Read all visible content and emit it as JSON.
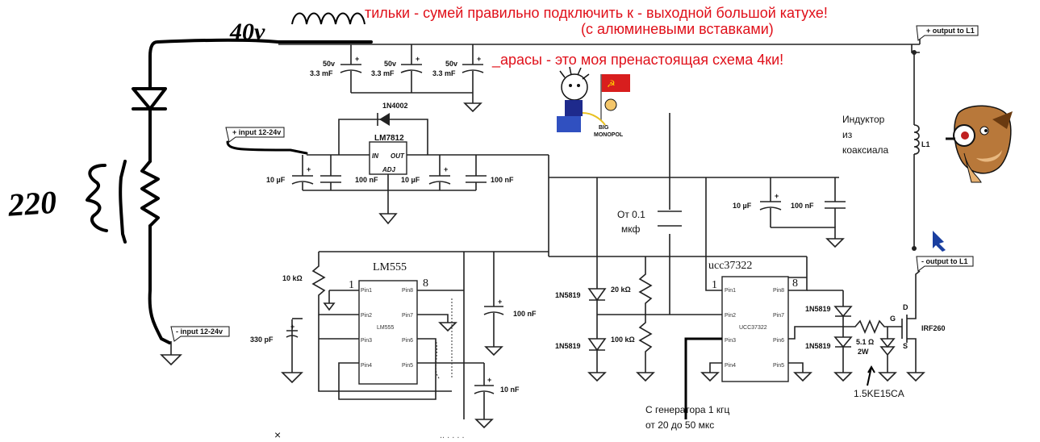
{
  "handwritten": {
    "voltage": "40v",
    "mains": "220"
  },
  "captions": {
    "line1": "тильки - сумей правильно подключить к - выходной большой катухе!",
    "line2": "(с алюминевыми вставками)",
    "line3": "_арасы - это моя пренастоящая схема 4ки!",
    "inductor": [
      "Индуктор",
      "из",
      "коаксиала"
    ],
    "cap_note": [
      "От 0.1",
      "мкф"
    ],
    "generator": [
      "С генератора 1 кгц",
      "от 20 до 50 мкс"
    ]
  },
  "tags": {
    "out_plus": "+ output to L1",
    "out_minus": "- output to L1",
    "in_plus": "+ input 12-24v",
    "in_minus": "- input 12-24v"
  },
  "top_caps": [
    {
      "v": "50v",
      "c": "3.3 mF"
    },
    {
      "v": "50v",
      "c": "3.3 mF"
    },
    {
      "v": "50v",
      "c": "3.3 mF"
    }
  ],
  "regulator": {
    "diode": "1N4002",
    "name": "LM7812",
    "in": "IN",
    "out": "OUT",
    "adj": "ADJ",
    "c1": "10 µF",
    "c2": "100 nF",
    "c3": "10 µF",
    "c4": "100 nF"
  },
  "ic555": {
    "name": "LM555",
    "sub": "LM555",
    "left_pin": "1",
    "right_pin": "8",
    "pins_left": [
      "Pin1",
      "Pin2",
      "Pin3",
      "Pin4"
    ],
    "pins_right": [
      "Pin8",
      "Pin7",
      "Pin6",
      "Pin5"
    ],
    "r": "10 kΩ",
    "c_timing": "330 pF",
    "c_bypass": "100 nF",
    "c_ctrl": "10 nF"
  },
  "ucc": {
    "name": "ucc37322",
    "sub": "UCC37322",
    "left_pin": "1",
    "right_pin": "8",
    "pins_left": [
      "Pin1",
      "Pin2",
      "Pin3",
      "Pin4"
    ],
    "pins_right": [
      "Pin8",
      "Pin7",
      "Pin6",
      "Pin5"
    ],
    "c1": "10 µF",
    "c2": "100 nF"
  },
  "mid": {
    "d1": "1N5819",
    "d2": "1N5819",
    "r1": "20 kΩ",
    "r2": "100 kΩ"
  },
  "output": {
    "d1": "1N5819",
    "d2": "1N5819",
    "r": "5.1 Ω",
    "rw": "2W",
    "tvs": "1.5KE15CA",
    "mosfet": "IRF260",
    "g": "G",
    "d": "D",
    "s": "S",
    "l": "L1"
  },
  "mascot": {
    "big": "BIG",
    "mono": "MONOPOL"
  }
}
